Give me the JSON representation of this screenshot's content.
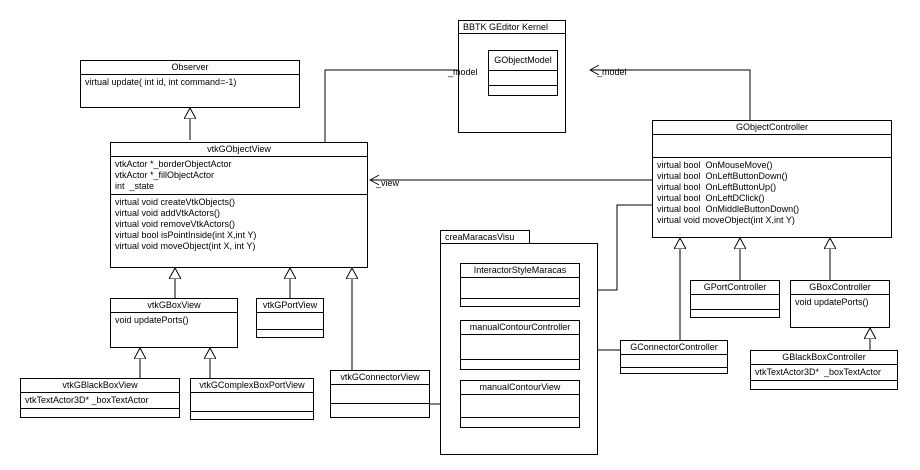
{
  "packages": {
    "kernel": {
      "name": "BBTK GEditor Kernel"
    },
    "maracas": {
      "name": "creaMaracasVisu"
    }
  },
  "classes": {
    "observer": {
      "name": "Observer",
      "methods": [
        "virtual update( int id, int command=-1)"
      ]
    },
    "vtkGObjectView": {
      "name": "vtkGObjectView",
      "attributes": [
        "vtkActor *_borderObjectActor",
        "vtkActor *_fillObjectActor",
        "int  _state"
      ],
      "methods": [
        "virtual void createVtkObjects()",
        "virtual void addVtkActors()",
        "virtual void removeVtkActors()",
        "virtual bool isPointInside(int X,int Y)",
        "virtual void moveObject(int X, int Y)"
      ]
    },
    "gObjectModel": {
      "name": "GObjectModel"
    },
    "gObjectController": {
      "name": "GObjectController",
      "methods": [
        "virtual bool  OnMouseMove()",
        "virtual bool  OnLeftButtonDown()",
        "virtual bool  OnLeftButtonUp()",
        "virtual bool  OnLeftDClick()",
        "virtual bool  OnMiddleButtonDown()",
        "virtual void moveObject(int X,int Y)"
      ]
    },
    "vtkGBoxView": {
      "name": "vtkGBoxView",
      "methods": [
        "void updatePorts()"
      ]
    },
    "vtkGPortView": {
      "name": "vtkGPortView"
    },
    "vtkGBlackBoxView": {
      "name": "vtkGBlackBoxView",
      "attributes": [
        "vtkTextActor3D* _boxTextActor"
      ]
    },
    "vtkGComplexBoxPortView": {
      "name": "vtkGComplexBoxPortView"
    },
    "vtkGConnectorView": {
      "name": "vtkGConnectorView"
    },
    "interactorStyleMaracas": {
      "name": "InteractorStyleMaracas"
    },
    "manualContourController": {
      "name": "manualContourController"
    },
    "manualContourView": {
      "name": "manualContourView"
    },
    "gPortController": {
      "name": "GPortController"
    },
    "gBoxController": {
      "name": "GBoxController",
      "methods": [
        "void updatePorts()"
      ]
    },
    "gConnectorController": {
      "name": "GConnectorController"
    },
    "gBlackBoxController": {
      "name": "GBlackBoxController",
      "attributes": [
        "vtkTextActor3D*  _boxTextActor"
      ]
    }
  },
  "labels": {
    "model_left": "_model",
    "model_right": "_model",
    "view": "_view"
  }
}
